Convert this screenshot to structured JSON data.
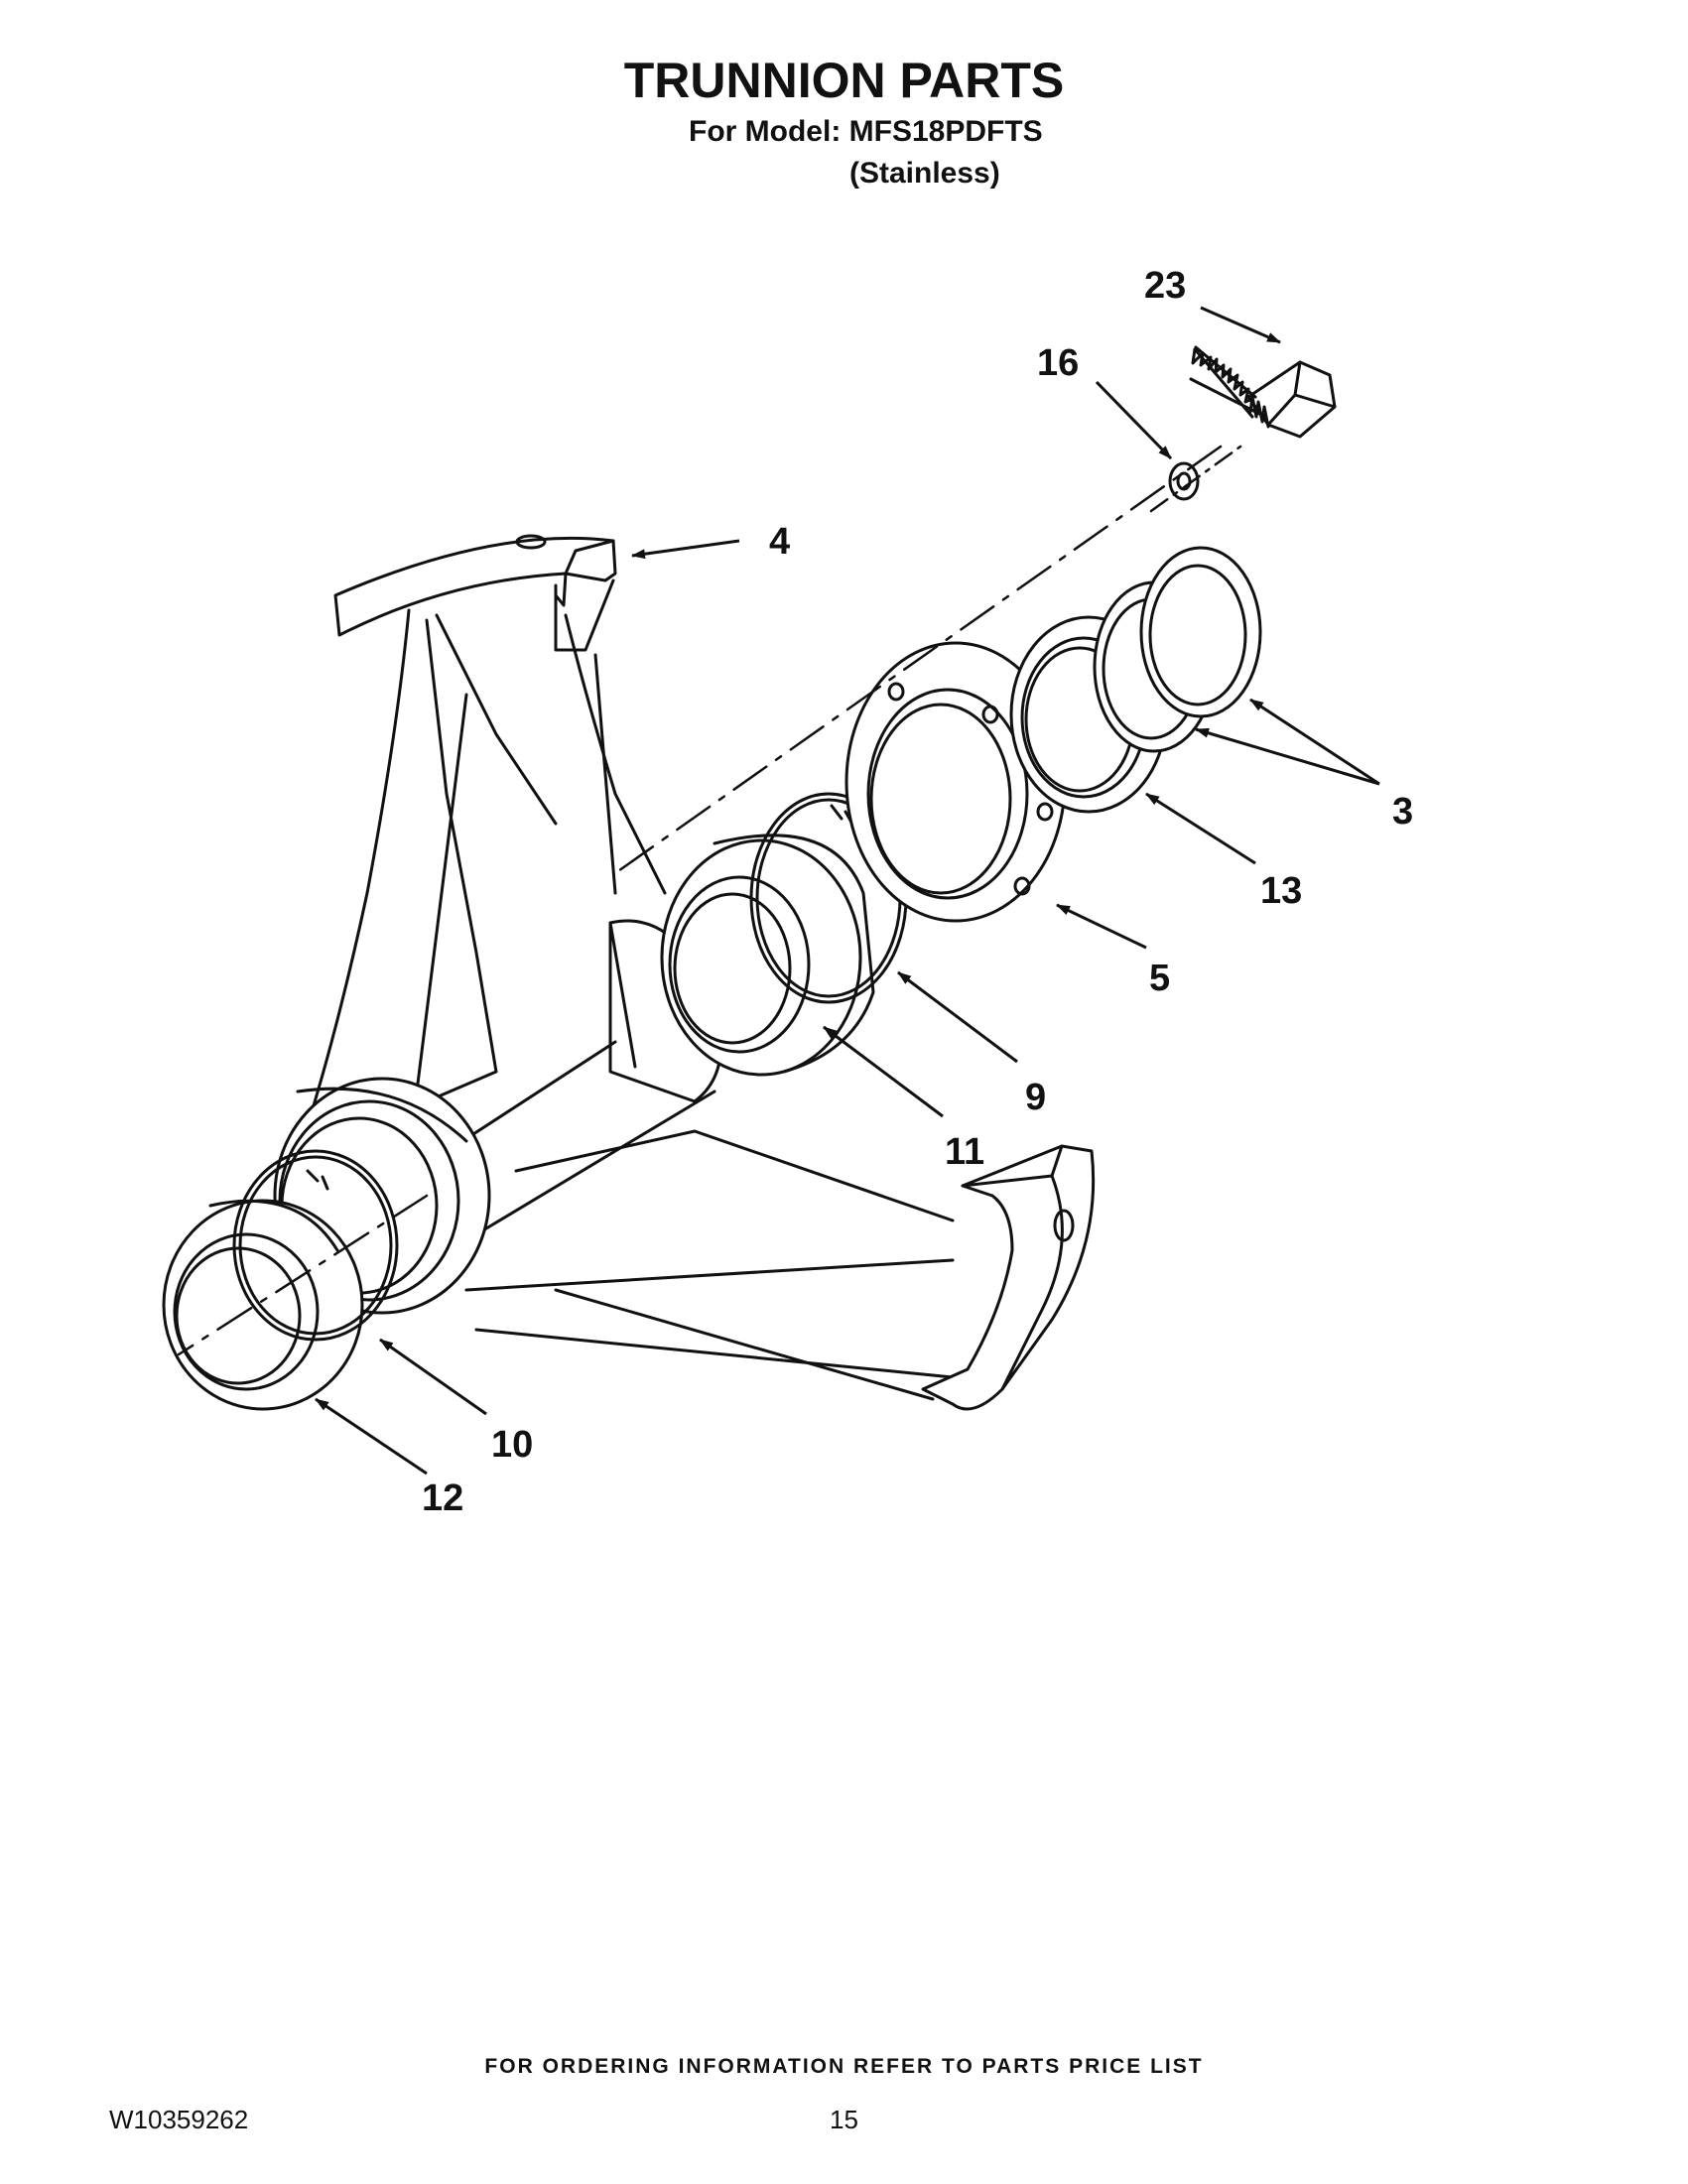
{
  "header": {
    "title": "TRUNNION PARTS",
    "model_line": "For Model: MFS18PDFTS",
    "variant": "(Stainless)"
  },
  "callouts": [
    "23",
    "16",
    "4",
    "3",
    "13",
    "5",
    "9",
    "11",
    "10",
    "12"
  ],
  "footer": {
    "ordering_note": "FOR ORDERING INFORMATION REFER TO PARTS PRICE LIST",
    "document_number": "W10359262",
    "page_number": "15"
  }
}
